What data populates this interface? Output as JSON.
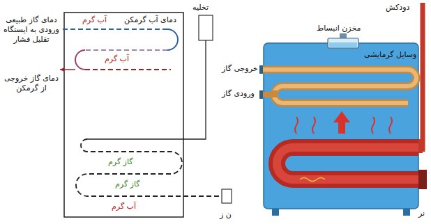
{
  "diagram": {
    "labels": [
      "تخلیه",
      "دمای گاز طبیعی ورودی به ایستگاه تقلیل فشار",
      "دمای آب گرمکن",
      "آب گرم",
      "آب گرم",
      "دمای گاز خروجی از گرمکن",
      "گاز گرم",
      "گاز گرم",
      "آب گرم",
      "ن ز",
      "دودکش",
      "مخزن انبساط",
      "وسایل گرمایشی",
      "خروجی گاز",
      "ورودی گاز",
      "نر"
    ]
  }
}
